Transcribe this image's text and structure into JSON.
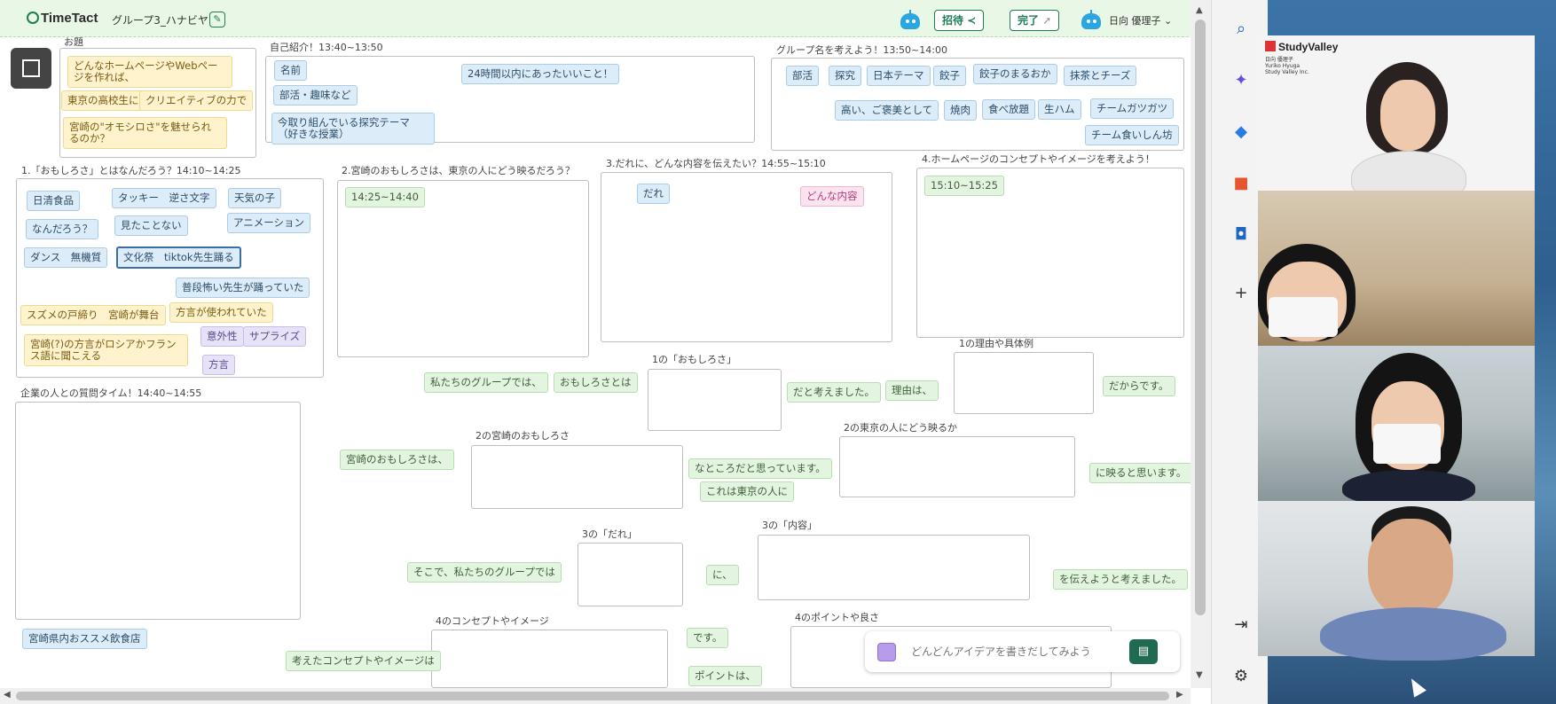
{
  "header": {
    "logo_text": "TimeTact",
    "group_name": "グループ3_ハナビヤ",
    "invite_label": "招待",
    "done_label": "完了",
    "user_name": "日向 優理子"
  },
  "canvas": {
    "theme": {
      "title": "お題",
      "notes": [
        "どんなホームページやWebページを作れば、",
        "東京の高校生に",
        "クリエイティブの力で",
        "宮崎の\"オモシロさ\"を魅せられるのか？"
      ]
    },
    "intro": {
      "title": "自己紹介！13:40~13:50",
      "notes": [
        "名前",
        "24時間以内にあったいいこと！",
        "部活・趣味など",
        "今取り組んでいる探究テーマ（好きな授業）"
      ]
    },
    "groupname": {
      "title": "グループ名を考えよう！13:50~14:00",
      "notes": [
        "部活",
        "探究",
        "日本テーマ",
        "餃子",
        "餃子のまるおか",
        "抹茶とチーズ",
        "高い、ご褒美として",
        "焼肉",
        "食べ放題",
        "生ハム",
        "チームガツガツ",
        "チーム食いしん坊"
      ]
    },
    "s1": {
      "title": "1.「おもしろさ」とはなんだろう？14:10~14:25",
      "notes": [
        "日清食品",
        "タッキー　逆さ文字",
        "天気の子",
        "なんだろう？",
        "見たことない",
        "アニメーション",
        "ダンス　無機質",
        "文化祭　tiktok先生踊る",
        "普段怖い先生が踊っていた",
        "スズメの戸締り　宮崎が舞台",
        "方言が使われていた",
        "宮崎(?)の方言がロシアかフランス語に聞こえる",
        "意外性",
        "サプライズ",
        "方言"
      ]
    },
    "s2": {
      "title": "2.宮崎のおもしろさは、東京の人にどう映るだろう？",
      "notes": [
        "14:25~14:40"
      ]
    },
    "s3": {
      "title": "3.だれに、どんな内容を伝えたい？14:55~15:10",
      "notes": [
        "だれ",
        "どんな内容"
      ]
    },
    "s4": {
      "title": "4.ホームページのコンセプトやイメージを考えよう！",
      "notes": [
        "15:10~15:25"
      ]
    },
    "qa": {
      "title": "企業の人との質問タイム！14:40~14:55"
    },
    "recommend_note": "宮崎県内おススメ飲食店",
    "template": {
      "labels": [
        "1の「おもしろさ」",
        "1の理由や具体例",
        "2の宮崎のおもしろさ",
        "2の東京の人にどう映るか",
        "3の「だれ」",
        "3の「内容」",
        "4のコンセプトやイメージ",
        "4のポイントや良さ"
      ],
      "notes": [
        "私たちのグループでは、",
        "おもしろさとは",
        "だと考えました。",
        "理由は、",
        "だからです。",
        "宮崎のおもしろさは、",
        "なところだと思っています。",
        "これは東京の人に",
        "に映ると思います。",
        "そこで、私たちのグループでは",
        "に、",
        "を伝えようと考えました。",
        "考えたコンセプトやイメージは",
        "です。",
        "ポイントは、"
      ]
    }
  },
  "idea_input": {
    "placeholder": "どんどんアイデアを書きだしてみよう"
  },
  "video": {
    "brand": "StudyValley",
    "presenter_name": "日向 優理子",
    "presenter_name_en": "Yuriko Hyuga",
    "company": "Study Valley Inc."
  },
  "colors": {
    "accent": "#1e7d55",
    "header_bg": "#e9f7e6",
    "sticky_blue": "#dcecf8",
    "sticky_green": "#e3f5e0",
    "sticky_yellow": "#fff3cd",
    "sticky_purple": "#e8e2f8",
    "sticky_pink": "#fbe3ef"
  },
  "side_icons": [
    "search-icon",
    "copilot-icon",
    "tag-icon",
    "office-icon",
    "outlook-icon",
    "plus-icon",
    "exit-panel-icon",
    "settings-icon"
  ]
}
